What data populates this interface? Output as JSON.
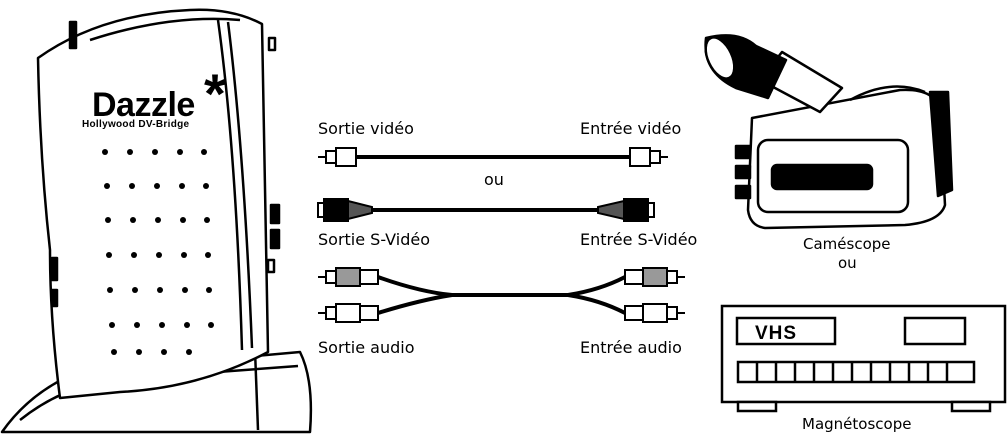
{
  "device": {
    "brand": "Dazzle",
    "brand_mark": "*",
    "model": "Hollywood DV-Bridge"
  },
  "labels": {
    "video_out": "Sortie vidéo",
    "video_in": "Entrée vidéo",
    "or_1": "ou",
    "svideo_out": "Sortie S-Vidéo",
    "svideo_in": "Entrée S-Vidéo",
    "audio_out": "Sortie audio",
    "audio_in": "Entrée audio",
    "camcorder": "Caméscope",
    "or_2": "ou",
    "vcr": "Magnétoscope"
  },
  "vcr_display": "VHS",
  "icons": [
    "dazzle-device-icon",
    "rca-cable-icon",
    "svideo-cable-icon",
    "audio-cable-icon",
    "camcorder-icon",
    "vcr-icon"
  ]
}
